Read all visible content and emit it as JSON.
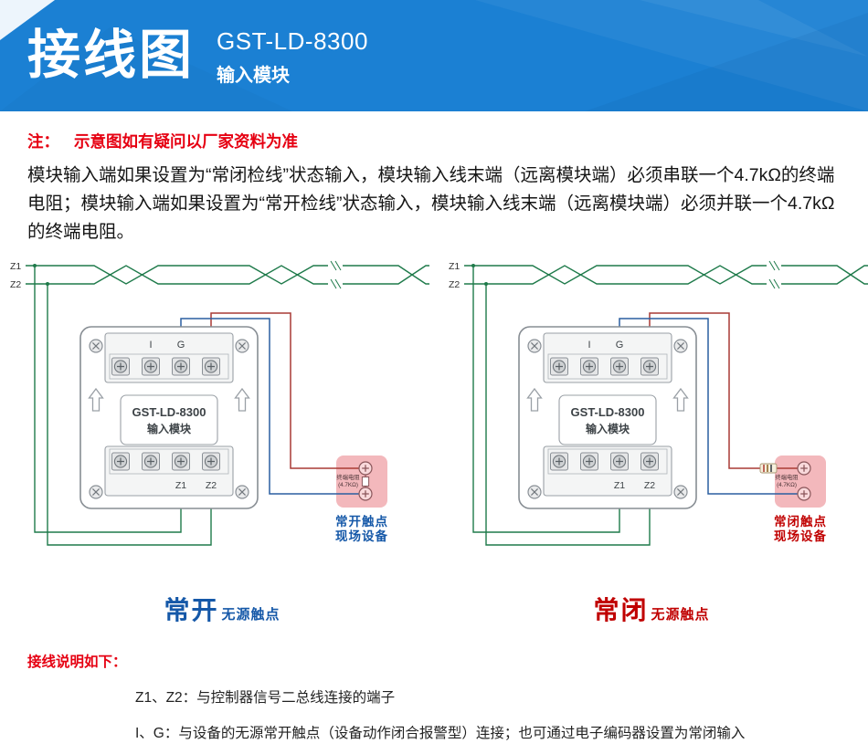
{
  "palette": {
    "banner_blue": "#1b80d3",
    "note_red": "#e60012",
    "bus_wire_green": "#1e7a4a",
    "signal_wire_red": "#a93a35",
    "signal_wire_blue": "#2a5fa0",
    "terminal_block_pink": "#f3b8bc"
  },
  "header": {
    "title": "接线图",
    "model": "GST-LD-8300",
    "subtitle": "输入模块"
  },
  "note": {
    "label": "注：",
    "text": "示意图如有疑问以厂家资料为准"
  },
  "description": "模块输入端如果设置为“常闭检线”状态输入，模块输入线末端（远离模块端）必须串联一个4.7kΩ的终端电阻；模块输入端如果设置为“常开检线”状态输入，模块输入线末端（远离模块端）必须并联一个4.7kΩ的终端电阻。",
  "diagrams": [
    {
      "id": "normally-open",
      "bus_labels": [
        "Z1",
        "Z2"
      ],
      "module": {
        "name": "GST-LD-8300",
        "type": "输入模块",
        "top_terminals": [
          "I",
          "G"
        ],
        "bottom_terminals": [
          "Z1",
          "Z2"
        ]
      },
      "resistor_mode": "parallel",
      "resistor_line1": "终端电阻",
      "resistor_line2": "(4.7KΩ)",
      "device_caption_line1": "常开触点",
      "device_caption_line2": "现场设备",
      "caption_main": "常开",
      "caption_sub": "无源触点",
      "accent": "#1558a8"
    },
    {
      "id": "normally-closed",
      "bus_labels": [
        "Z1",
        "Z2"
      ],
      "module": {
        "name": "GST-LD-8300",
        "type": "输入模块",
        "top_terminals": [
          "I",
          "G"
        ],
        "bottom_terminals": [
          "Z1",
          "Z2"
        ]
      },
      "resistor_mode": "series",
      "resistor_line1": "终端电阻",
      "resistor_line2": "(4.7KΩ)",
      "device_caption_line1": "常闭触点",
      "device_caption_line2": "现场设备",
      "caption_main": "常闭",
      "caption_sub": "无源触点",
      "accent": "#c00000"
    }
  ],
  "footer": {
    "heading": "接线说明如下：",
    "items": [
      "Z1、Z2：与控制器信号二总线连接的端子",
      "I、G：与设备的无源常开触点（设备动作闭合报警型）连接；也可通过电子编码器设置为常闭输入"
    ]
  }
}
